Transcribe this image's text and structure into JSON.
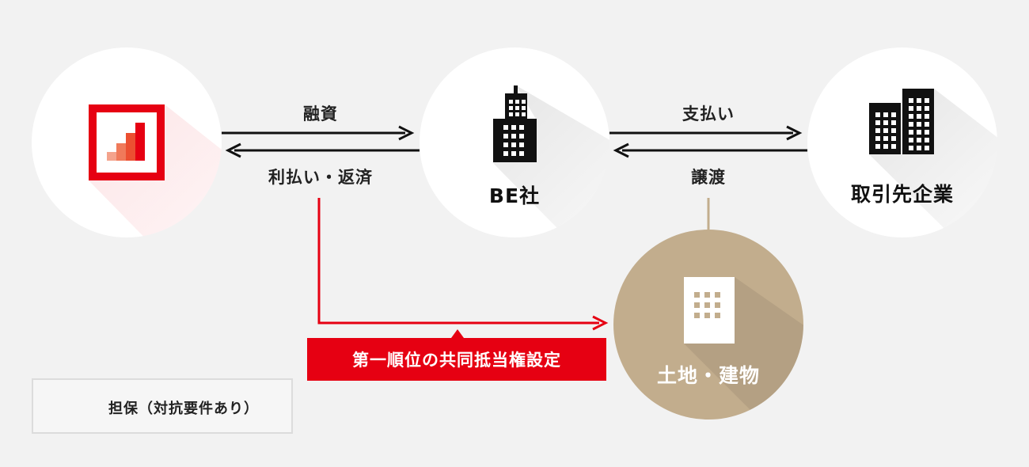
{
  "nodes": {
    "lender": {
      "label": ""
    },
    "be": {
      "label": "BE社"
    },
    "partner": {
      "label": "取引先企業"
    },
    "property": {
      "label": "土地・建物"
    }
  },
  "flows": {
    "financing": "融資",
    "repayment": "利払い・返済",
    "payment": "支払い",
    "transfer": "譲渡"
  },
  "banner": {
    "label": "第一順位の共同抵当権設定"
  },
  "legend": {
    "label": "担保（対抗要件あり）"
  },
  "colors": {
    "accent": "#e60012",
    "property": "#c2ad8d",
    "background": "#f2f2f2",
    "circle": "#ffffff"
  }
}
